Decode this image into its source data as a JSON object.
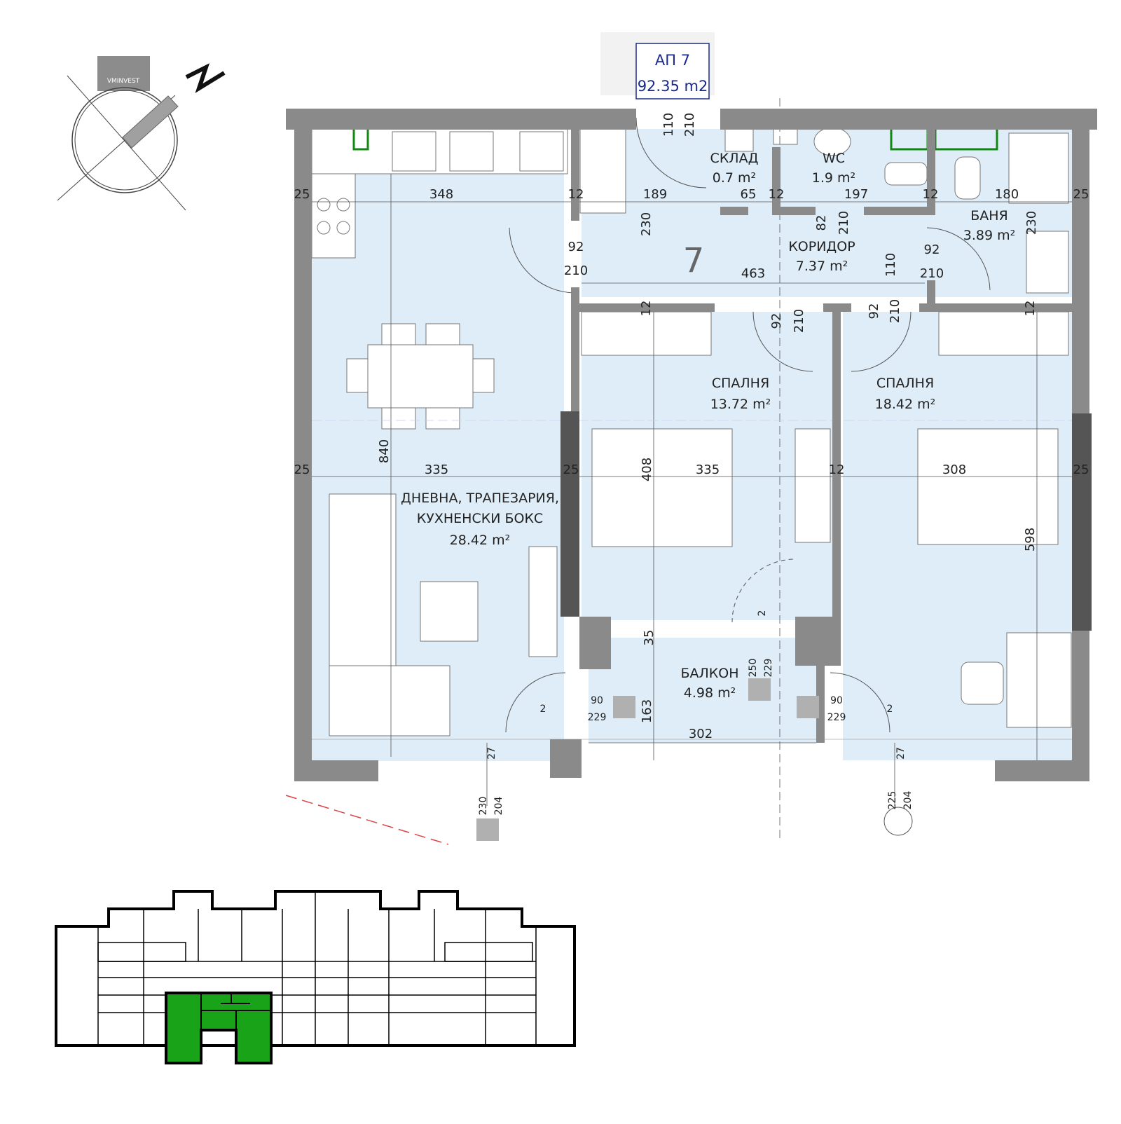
{
  "logo": {
    "text": "VMINVEST"
  },
  "compass": {
    "north_label": "N",
    "north_icon": "north-arrow-icon"
  },
  "apartment": {
    "title": "АП 7",
    "area": "92.35 m2",
    "number": "7"
  },
  "rooms": {
    "storage": {
      "name": "СКЛАД",
      "area": "0.7 m²"
    },
    "wc": {
      "name": "WC",
      "area": "1.9 m²"
    },
    "bath": {
      "name": "БАНЯ",
      "area": "3.89 m²"
    },
    "corridor": {
      "name": "КОРИДОР",
      "area": "7.37 m²"
    },
    "bedroom1": {
      "name": "СПАЛНЯ",
      "area": "13.72 m²"
    },
    "bedroom2": {
      "name": "СПАЛНЯ",
      "area": "18.42 m²"
    },
    "living": {
      "line1": "ДНЕВНА, ТРАПЕЗАРИЯ,",
      "line2": "КУХНЕНСКИ БОКС",
      "area": "28.42 m²"
    },
    "balcony": {
      "name": "БАЛКОН",
      "area": "4.98 m²"
    }
  },
  "dimensions": {
    "d110": "110",
    "d210": "210",
    "d25": "25",
    "d348": "348",
    "d12": "12",
    "d189": "189",
    "d65": "65",
    "d197": "197",
    "d180": "180",
    "d230": "230",
    "d82": "82",
    "d92": "92",
    "d463": "463",
    "d840": "840",
    "d335": "335",
    "d408": "408",
    "d308": "308",
    "d598": "598",
    "d35": "35",
    "d2": "2",
    "d250": "250",
    "d229": "229",
    "d90": "90",
    "d163": "163",
    "d302": "302",
    "d27": "27",
    "d204": "204",
    "d225": "225"
  },
  "colors": {
    "room_fill": "#deedf7",
    "wall": "#8a8a8a",
    "highlight": "#19a319",
    "badge_text": "#1a2a8a"
  },
  "key_plan": {
    "highlighted_unit": "7"
  }
}
